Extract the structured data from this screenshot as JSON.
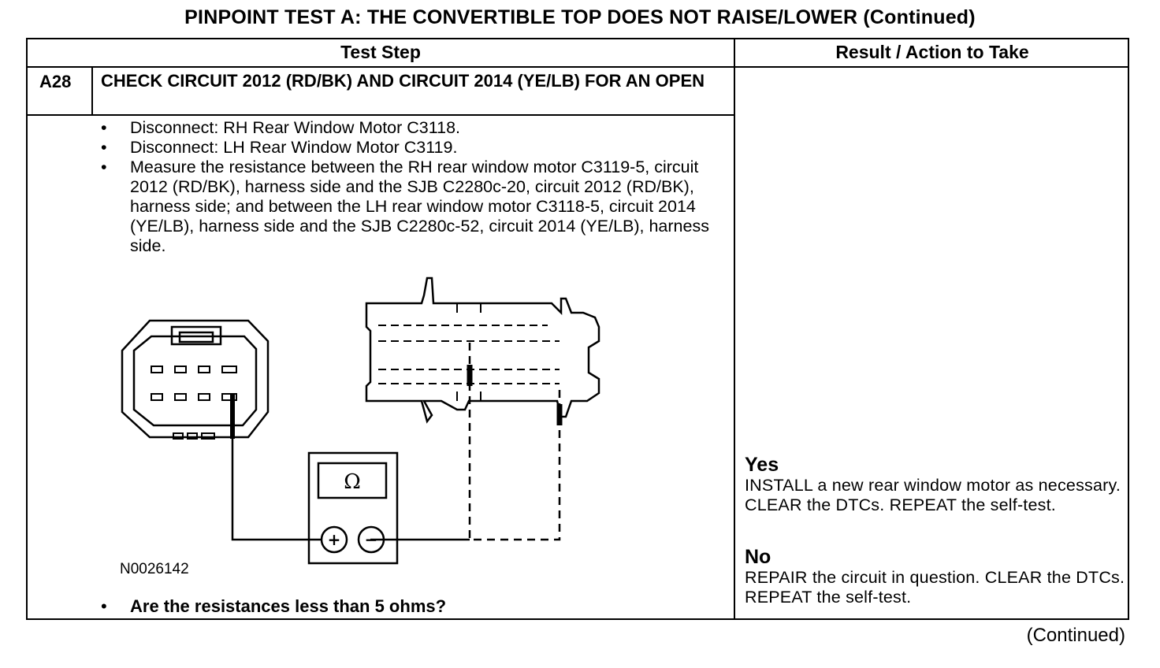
{
  "title": "PINPOINT TEST  A: THE CONVERTIBLE TOP DOES NOT RAISE/LOWER (Continued)",
  "table": {
    "headers": {
      "step": "Test Step",
      "result": "Result / Action to Take"
    },
    "step": {
      "id": "A28",
      "title": "CHECK CIRCUIT 2012 (RD/BK) AND CIRCUIT 2014 (YE/LB) FOR AN OPEN",
      "bullets": [
        "Disconnect: RH Rear Window Motor C3118.",
        "Disconnect: LH Rear Window Motor C3119.",
        "Measure the resistance between the RH rear window motor C3119-5, circuit 2012 (RD/BK), harness side and the SJB C2280c-20, circuit 2012 (RD/BK), harness side; and between the LH rear  window motor C3118-5, circuit 2014 (YE/LB), harness side and the SJB C2280c-52, circuit 2014 (YE/LB), harness side."
      ],
      "figure_id": "N0026142",
      "meter_symbol": "Ω",
      "meter_plus": "+",
      "meter_minus": "−",
      "question": "Are the resistances less than 5 ohms?"
    },
    "result": {
      "yes_label": "Yes",
      "yes_text": "INSTALL a new rear window motor as necessary. CLEAR the DTCs. REPEAT the self-test.",
      "no_label": "No",
      "no_text": "REPAIR the circuit in question. CLEAR the DTCs. REPEAT the self-test."
    }
  },
  "bullet_glyph": "•",
  "continued": "(Continued)"
}
